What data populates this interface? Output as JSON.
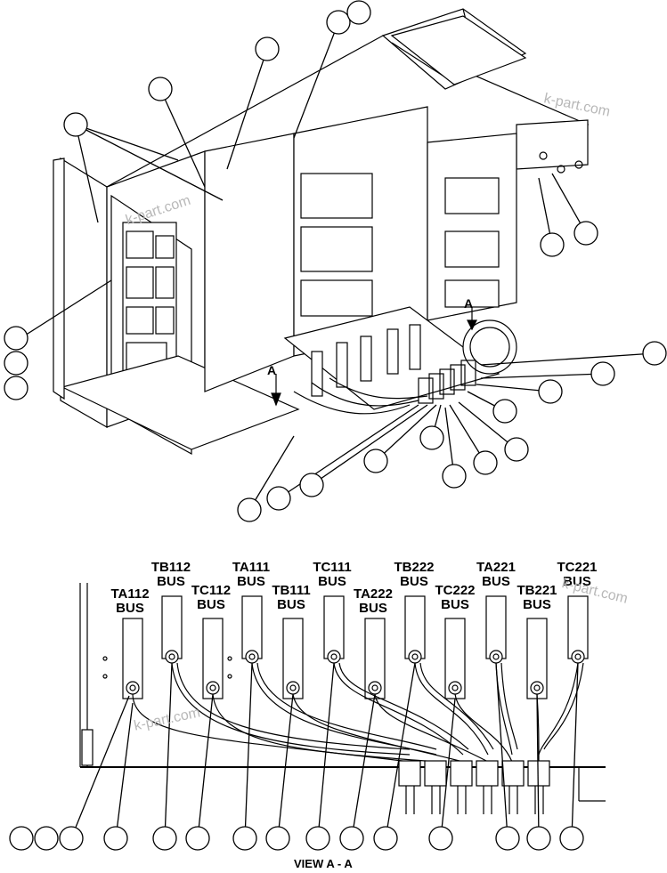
{
  "watermarks": [
    "k-part.com",
    "k-part.com",
    "k-part.com",
    "k-part.com"
  ],
  "section_marker": "A",
  "view_title": "VIEW A - A",
  "bus_labels": [
    {
      "line1": "TA112",
      "line2": "BUS"
    },
    {
      "line1": "TB112",
      "line2": "BUS"
    },
    {
      "line1": "TC112",
      "line2": "BUS"
    },
    {
      "line1": "TA111",
      "line2": "BUS"
    },
    {
      "line1": "TB111",
      "line2": "BUS"
    },
    {
      "line1": "TC111",
      "line2": "BUS"
    },
    {
      "line1": "TA222",
      "line2": "BUS"
    },
    {
      "line1": "TB222",
      "line2": "BUS"
    },
    {
      "line1": "TC222",
      "line2": "BUS"
    },
    {
      "line1": "TA221",
      "line2": "BUS"
    },
    {
      "line1": "TB221",
      "line2": "BUS"
    },
    {
      "line1": "TC221",
      "line2": "BUS"
    }
  ]
}
